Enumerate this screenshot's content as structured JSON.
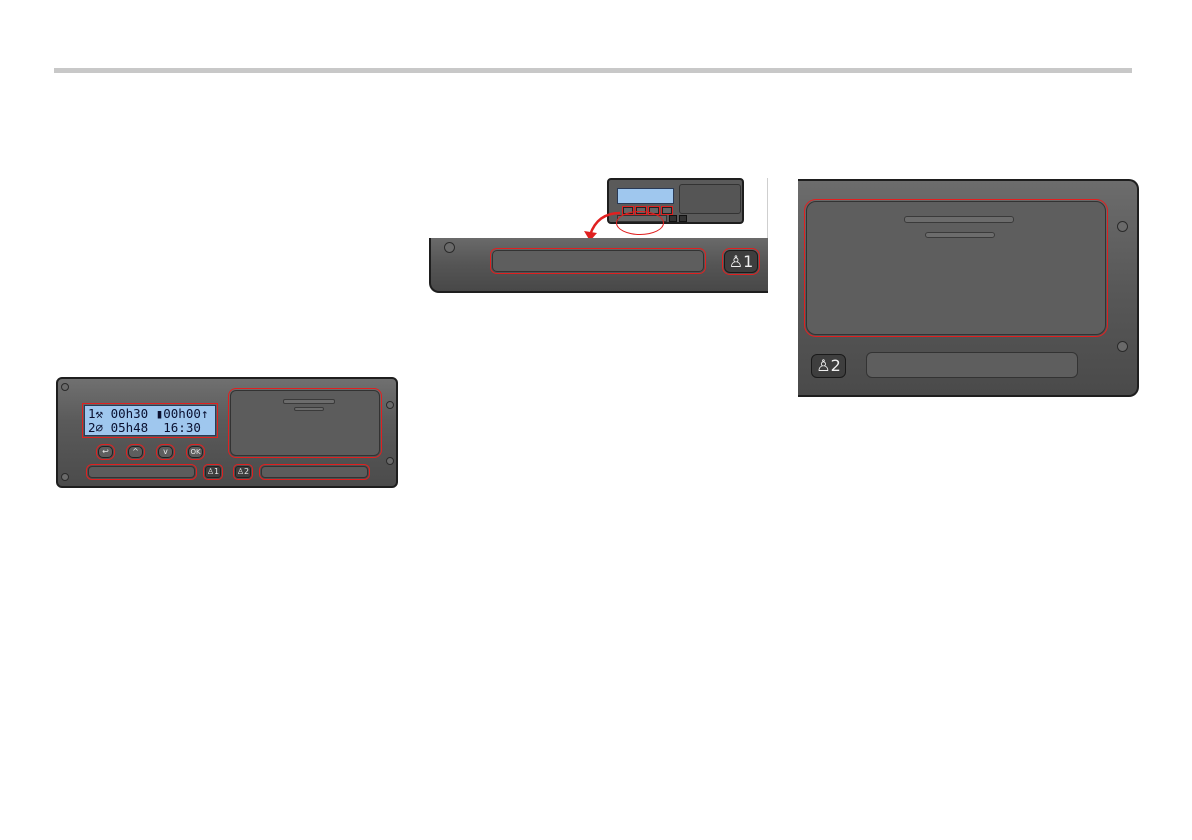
{
  "display": {
    "line1": "1⚒ 00h30 ▮00h00↑",
    "line2": "2⌀ 05h48  16:30"
  },
  "buttons": {
    "back": "↩",
    "up": "^",
    "down": "v",
    "ok": "OK"
  },
  "card_slots": {
    "driver1": "1",
    "driver2": "2"
  },
  "colors": {
    "highlight": "#e02020",
    "lcd": "#9fc7ee",
    "body": "#5a5a5a"
  }
}
